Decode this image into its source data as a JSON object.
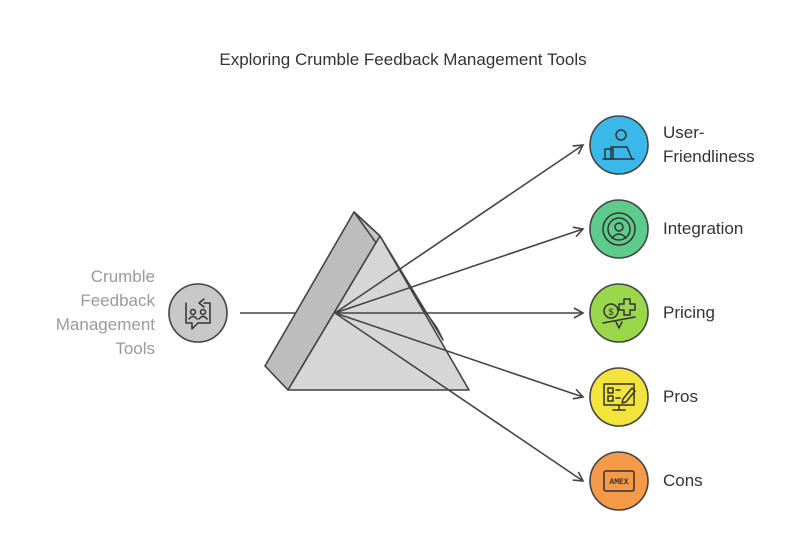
{
  "title": "Exploring Crumble Feedback Management Tools",
  "source": {
    "label_lines": [
      "Crumble",
      "Feedback",
      "Management",
      "Tools"
    ],
    "icon": "feedback-chat-icon",
    "color": "#c8c8c8"
  },
  "outputs": [
    {
      "label_lines": [
        "User-",
        "Friendliness"
      ],
      "icon": "user-laptop-icon",
      "color": "#3bb8ea"
    },
    {
      "label_lines": [
        "Integration"
      ],
      "icon": "target-person-icon",
      "color": "#5dcb8a"
    },
    {
      "label_lines": [
        "Pricing"
      ],
      "icon": "price-balance-icon",
      "color": "#9ad74a"
    },
    {
      "label_lines": [
        "Pros"
      ],
      "icon": "monitor-edit-icon",
      "color": "#f2e43a"
    },
    {
      "label_lines": [
        "Cons"
      ],
      "icon": "amex-card-icon",
      "color": "#f59a48"
    }
  ],
  "card_text": "AMEX"
}
